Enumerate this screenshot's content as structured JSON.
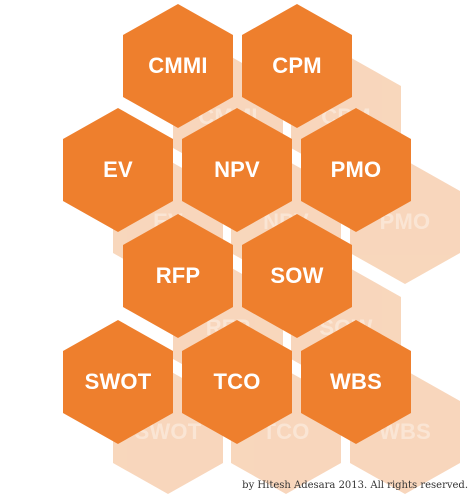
{
  "hexagons": {
    "cmmi": "CMMI",
    "cpm": "CPM",
    "ev": "EV",
    "npv": "NPV",
    "pmo": "PMO",
    "rfp": "RFP",
    "sow": "SOW",
    "swot": "SWOT",
    "tco": "TCO",
    "wbs": "WBS"
  },
  "footer": {
    "credit": "by Hitesh Adesara 2013. All rights reserved."
  },
  "colors": {
    "hex_fill": "#ee7f2d",
    "hex_text": "#ffffff",
    "reflection_fill": "#f6c9a6"
  }
}
